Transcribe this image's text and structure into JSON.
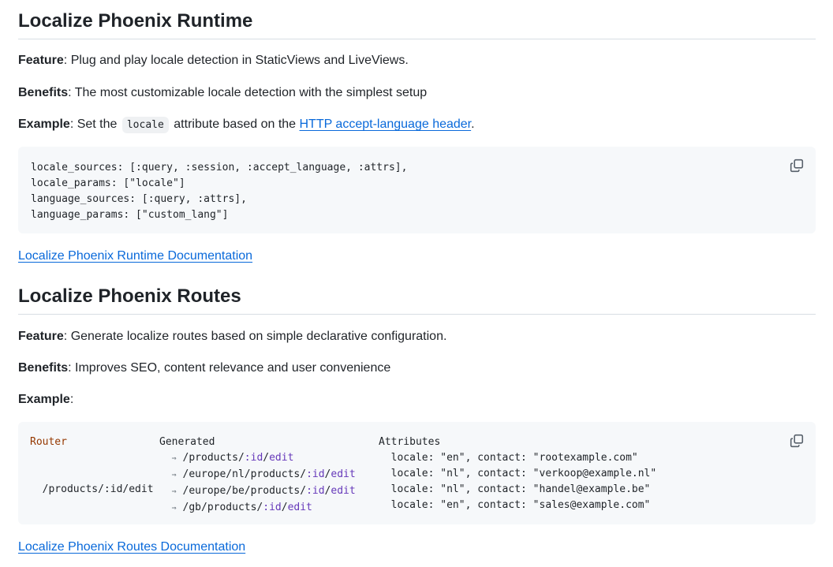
{
  "runtime": {
    "heading": "Localize Phoenix Runtime",
    "feature_label": "Feature",
    "feature_text": ": Plug and play locale detection in StaticViews and LiveViews.",
    "benefits_label": "Benefits",
    "benefits_text": ": The most customizable locale detection with the simplest setup",
    "example_label": "Example",
    "example_prefix": ": Set the ",
    "example_code": "locale",
    "example_mid": " attribute based on the ",
    "example_link": "HTTP accept-language header",
    "example_suffix": ".",
    "code_lines": [
      "locale_sources: [:query, :session, :accept_language, :attrs],",
      "locale_params: [\"locale\"]",
      "language_sources: [:query, :attrs],",
      "language_params: [\"custom_lang\"]"
    ],
    "doc_link": "Localize Phoenix Runtime Documentation"
  },
  "routes": {
    "heading": "Localize Phoenix Routes",
    "feature_label": "Feature",
    "feature_text": ": Generate localize routes based on simple declarative configuration.",
    "benefits_label": "Benefits",
    "benefits_text": ": Improves SEO, content relevance and user convenience",
    "example_label": "Example",
    "example_text": ":",
    "table": {
      "router_header": "Router",
      "generated_header": "Generated",
      "attributes_header": "Attributes",
      "router_path": "/products/:id/edit",
      "arrow": "⇒",
      "generated": [
        {
          "prefix": "/products/",
          "param": ":id",
          "sep": "/",
          "action": "edit"
        },
        {
          "prefix": "/europe/nl/products/",
          "param": ":id",
          "sep": "/",
          "action": "edit"
        },
        {
          "prefix": "/europe/be/products/",
          "param": ":id",
          "sep": "/",
          "action": "edit"
        },
        {
          "prefix": "/gb/products/",
          "param": ":id",
          "sep": "/",
          "action": "edit"
        }
      ],
      "attributes": [
        "locale: \"en\", contact: \"rootexample.com\"",
        "locale: \"nl\", contact: \"verkoop@example.nl\"",
        "locale: \"nl\", contact: \"handel@example.be\"",
        "locale: \"en\", contact: \"sales@example.com\""
      ]
    },
    "doc_link": "Localize Phoenix Routes Documentation"
  },
  "icons": {
    "copy": "copy-icon"
  },
  "colors": {
    "link": "#0969da",
    "code_bg": "#f6f8fa",
    "keyword": "#953800",
    "path_segment": "#6639ba"
  }
}
